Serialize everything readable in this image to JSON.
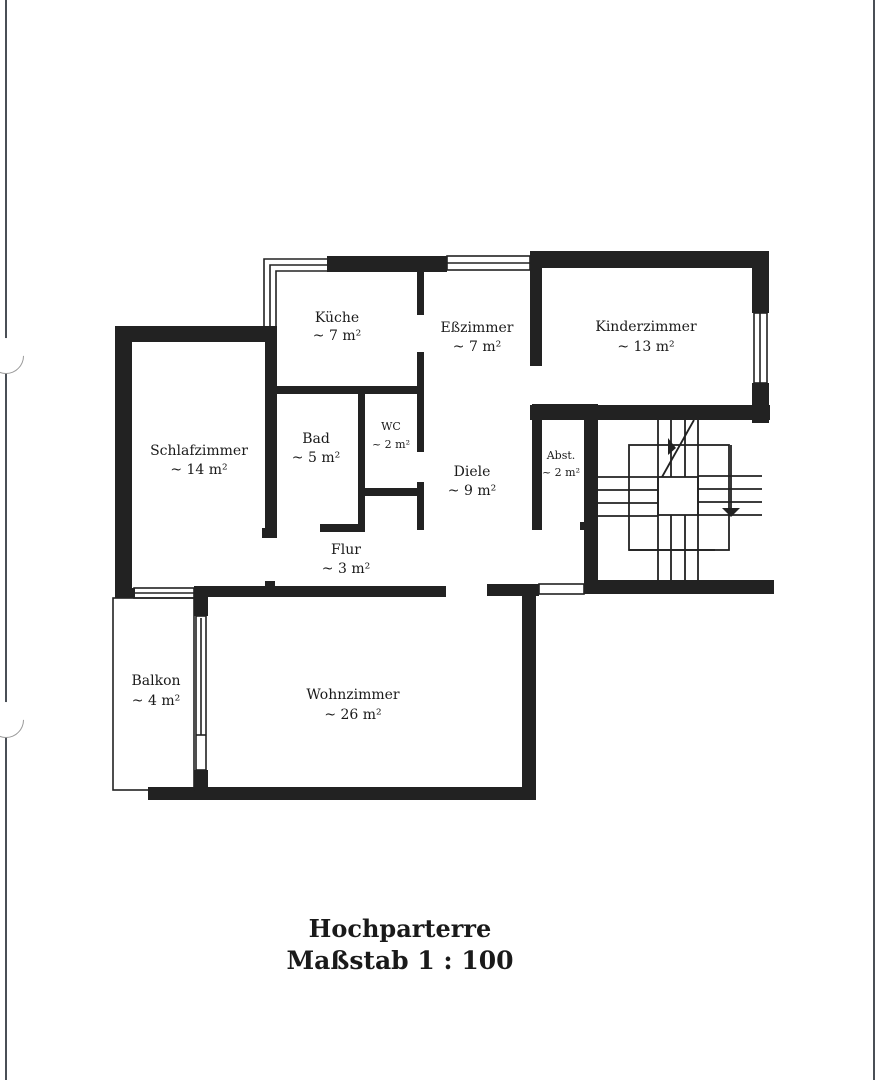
{
  "document": {
    "type": "floor plan",
    "title": "Hochparterre",
    "scale_label": "Maßstab 1 : 100"
  },
  "rooms": [
    {
      "id": "kueche",
      "name": "Küche",
      "area": "~ 7 m²"
    },
    {
      "id": "esszimmer",
      "name": "Eßzimmer",
      "area": "~ 7 m²"
    },
    {
      "id": "kinderzimmer",
      "name": "Kinderzimmer",
      "area": "~ 13 m²"
    },
    {
      "id": "schlafzimmer",
      "name": "Schlafzimmer",
      "area": "~ 14 m²"
    },
    {
      "id": "bad",
      "name": "Bad",
      "area": "~ 5 m²"
    },
    {
      "id": "wc",
      "name": "WC",
      "area": "~ 2 m²"
    },
    {
      "id": "diele",
      "name": "Diele",
      "area": "~ 9 m²"
    },
    {
      "id": "abst",
      "name": "Abst.",
      "area": "~ 2 m²"
    },
    {
      "id": "flur",
      "name": "Flur",
      "area": "~ 3 m²"
    },
    {
      "id": "balkon",
      "name": "Balkon",
      "area": "~ 4 m²"
    },
    {
      "id": "wohnzimmer",
      "name": "Wohnzimmer",
      "area": "~ 26 m²"
    }
  ],
  "colors": {
    "wall": "#222222",
    "paper": "#ffffff",
    "edge": "#4a4f56"
  }
}
